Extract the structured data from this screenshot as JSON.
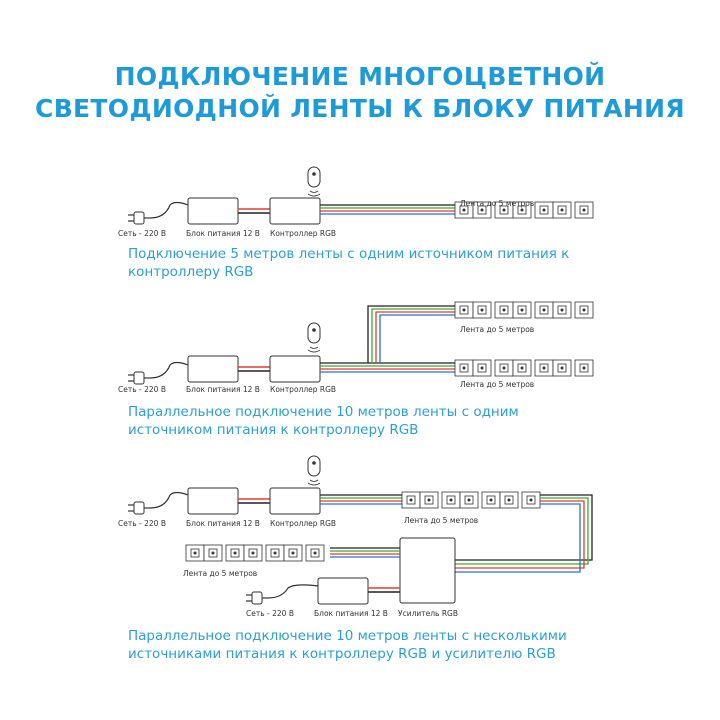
{
  "title": {
    "line1": "ПОДКЛЮЧЕНИЕ МНОГОЦВЕТНОЙ",
    "line2": "СВЕТОДИОДНОЙ ЛЕНТЫ К БЛОКУ ПИТАНИЯ"
  },
  "labels": {
    "mains": "Сеть - 220 В",
    "psu": "Блок питания 12 В",
    "controller": "Контроллер RGB",
    "strip": "Лента до 5 метров",
    "amplifier": "Усилитель RGB"
  },
  "diagrams": [
    {
      "caption": "Подключение 5 метров ленты с одним источником питания к контроллеру RGB"
    },
    {
      "caption": "Параллельное подключение 10 метров ленты с одним источником питания к контроллеру RGB"
    },
    {
      "caption": "Параллельное подключение 10 метров ленты с несколькими источниками питания к контроллеру RGB и усилителю RGB"
    }
  ],
  "colors": {
    "accent": "#1e9bd7",
    "red": "#e33b2e",
    "green": "#3aaa35",
    "blue": "#2b6fd6",
    "black": "#222222"
  }
}
